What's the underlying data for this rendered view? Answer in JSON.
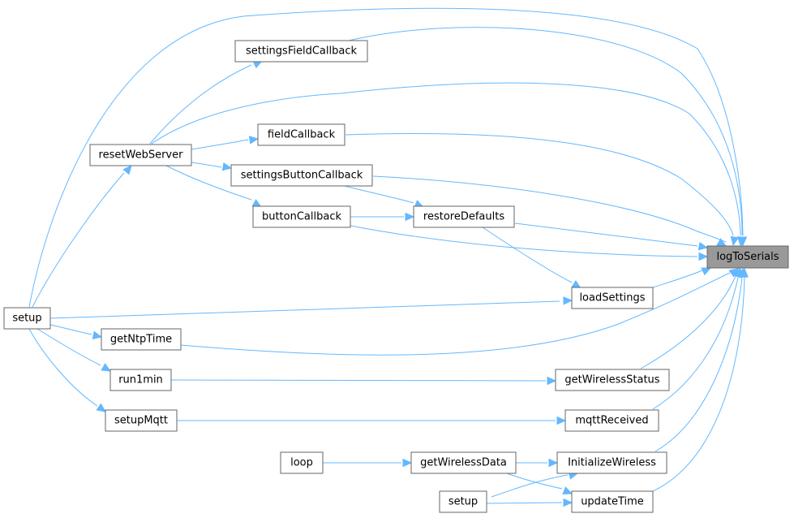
{
  "graph": {
    "root": "logToSerials",
    "nodes": [
      {
        "id": "logToSerials",
        "label": "logToSerials",
        "root": true
      },
      {
        "id": "settingsFieldCallback",
        "label": "settingsFieldCallback"
      },
      {
        "id": "resetWebServer",
        "label": "resetWebServer"
      },
      {
        "id": "fieldCallback",
        "label": "fieldCallback"
      },
      {
        "id": "settingsButtonCallback",
        "label": "settingsButtonCallback"
      },
      {
        "id": "buttonCallback",
        "label": "buttonCallback"
      },
      {
        "id": "restoreDefaults",
        "label": "restoreDefaults"
      },
      {
        "id": "setup1",
        "label": "setup"
      },
      {
        "id": "loadSettings",
        "label": "loadSettings"
      },
      {
        "id": "getNtpTime",
        "label": "getNtpTime"
      },
      {
        "id": "run1min",
        "label": "run1min"
      },
      {
        "id": "getWirelessStatus",
        "label": "getWirelessStatus"
      },
      {
        "id": "setupMqtt",
        "label": "setupMqtt"
      },
      {
        "id": "mqttReceived",
        "label": "mqttReceived"
      },
      {
        "id": "loop",
        "label": "loop"
      },
      {
        "id": "getWirelessData",
        "label": "getWirelessData"
      },
      {
        "id": "InitializeWireless",
        "label": "InitializeWireless"
      },
      {
        "id": "setup2",
        "label": "setup"
      },
      {
        "id": "updateTime",
        "label": "updateTime"
      }
    ],
    "edges": [
      {
        "from": "setup1",
        "to": "logToSerials"
      },
      {
        "from": "settingsFieldCallback",
        "to": "logToSerials"
      },
      {
        "from": "resetWebServer",
        "to": "logToSerials"
      },
      {
        "from": "fieldCallback",
        "to": "logToSerials"
      },
      {
        "from": "settingsButtonCallback",
        "to": "logToSerials"
      },
      {
        "from": "restoreDefaults",
        "to": "logToSerials"
      },
      {
        "from": "buttonCallback",
        "to": "logToSerials"
      },
      {
        "from": "setup1",
        "to": "loadSettings"
      },
      {
        "from": "loadSettings",
        "to": "logToSerials"
      },
      {
        "from": "getNtpTime",
        "to": "logToSerials"
      },
      {
        "from": "getWirelessStatus",
        "to": "logToSerials"
      },
      {
        "from": "mqttReceived",
        "to": "logToSerials"
      },
      {
        "from": "InitializeWireless",
        "to": "logToSerials"
      },
      {
        "from": "updateTime",
        "to": "logToSerials"
      },
      {
        "from": "resetWebServer",
        "to": "settingsFieldCallback"
      },
      {
        "from": "resetWebServer",
        "to": "fieldCallback"
      },
      {
        "from": "resetWebServer",
        "to": "settingsButtonCallback"
      },
      {
        "from": "resetWebServer",
        "to": "buttonCallback"
      },
      {
        "from": "settingsButtonCallback",
        "to": "restoreDefaults"
      },
      {
        "from": "buttonCallback",
        "to": "restoreDefaults"
      },
      {
        "from": "restoreDefaults",
        "to": "loadSettings"
      },
      {
        "from": "setup1",
        "to": "resetWebServer"
      },
      {
        "from": "setup1",
        "to": "getNtpTime"
      },
      {
        "from": "setup1",
        "to": "run1min"
      },
      {
        "from": "setup1",
        "to": "setupMqtt"
      },
      {
        "from": "run1min",
        "to": "getWirelessStatus"
      },
      {
        "from": "setupMqtt",
        "to": "mqttReceived"
      },
      {
        "from": "loop",
        "to": "getWirelessData"
      },
      {
        "from": "getWirelessData",
        "to": "InitializeWireless"
      },
      {
        "from": "getWirelessData",
        "to": "updateTime"
      },
      {
        "from": "setup2",
        "to": "InitializeWireless"
      },
      {
        "from": "setup2",
        "to": "updateTime"
      }
    ]
  }
}
